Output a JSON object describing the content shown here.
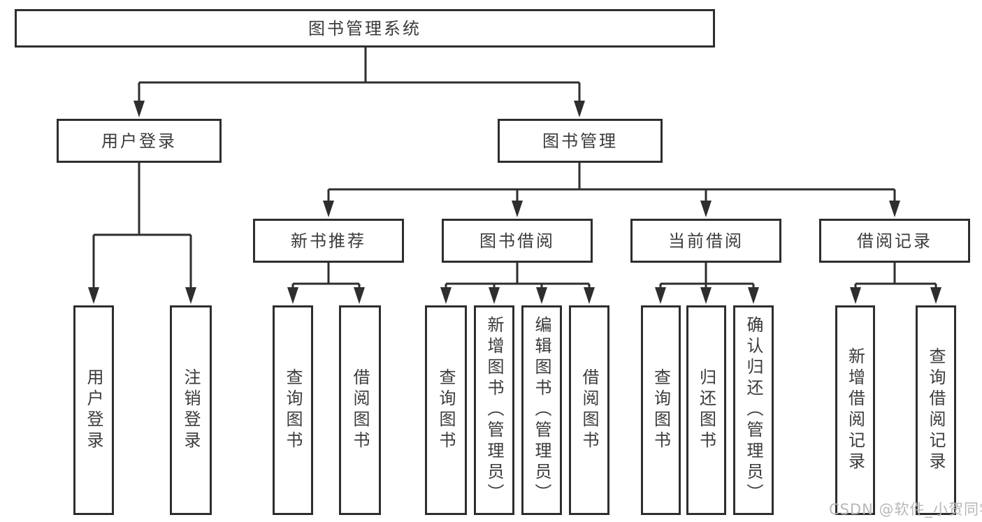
{
  "tree": {
    "label": "图书管理系统",
    "children": [
      {
        "label": "用户登录",
        "children": [
          {
            "label": "用户登录"
          },
          {
            "label": "注销登录"
          }
        ]
      },
      {
        "label": "图书管理",
        "children": [
          {
            "label": "新书推荐",
            "children": [
              {
                "label": "查询图书"
              },
              {
                "label": "借阅图书"
              }
            ]
          },
          {
            "label": "图书借阅",
            "children": [
              {
                "label": "查询图书"
              },
              {
                "label": "新增图书（管理员）"
              },
              {
                "label": "编辑图书（管理员）"
              },
              {
                "label": "借阅图书"
              }
            ]
          },
          {
            "label": "当前借阅",
            "children": [
              {
                "label": "查询图书"
              },
              {
                "label": "归还图书"
              },
              {
                "label": "确认归还（管理员）"
              }
            ]
          },
          {
            "label": "借阅记录",
            "children": [
              {
                "label": "新增借阅记录"
              },
              {
                "label": "查询借阅记录"
              }
            ]
          }
        ]
      }
    ]
  },
  "watermark": "CSDN @软件_小贺同学",
  "colors": {
    "line": "#2e2e2e",
    "box_border": "#2e2e2e",
    "text": "#3b3b3b",
    "watermark": "#b7b8ba",
    "background": "#ffffff"
  }
}
